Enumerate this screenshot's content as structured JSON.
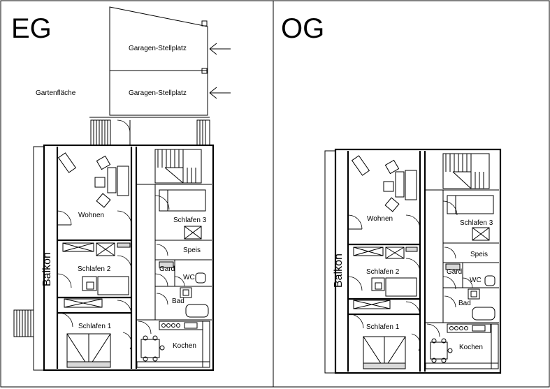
{
  "floors": {
    "ground": {
      "title": "EG",
      "garage_top": "Garagen-Stellplatz",
      "garage_bottom": "Garagen-Stellplatz",
      "garden": "Gartenfläche",
      "balcony": "Balkon",
      "rooms": {
        "wohnen": "Wohnen",
        "schlafen2": "Schlafen 2",
        "schlafen1": "Schlafen 1",
        "schlafen3": "Schlafen 3",
        "speis": "Speis",
        "gard": "Gard",
        "wc": "WC",
        "bad": "Bad",
        "kochen": "Kochen"
      }
    },
    "upper": {
      "title": "OG",
      "balcony": "Balkon",
      "rooms": {
        "wohnen": "Wohnen",
        "schlafen2": "Schlafen 2",
        "schlafen1": "Schlafen 1",
        "schlafen3": "Schlafen 3",
        "speis": "Speis",
        "gard": "Gard",
        "wc": "WC",
        "bad": "Bad",
        "kochen": "Kochen"
      }
    }
  }
}
